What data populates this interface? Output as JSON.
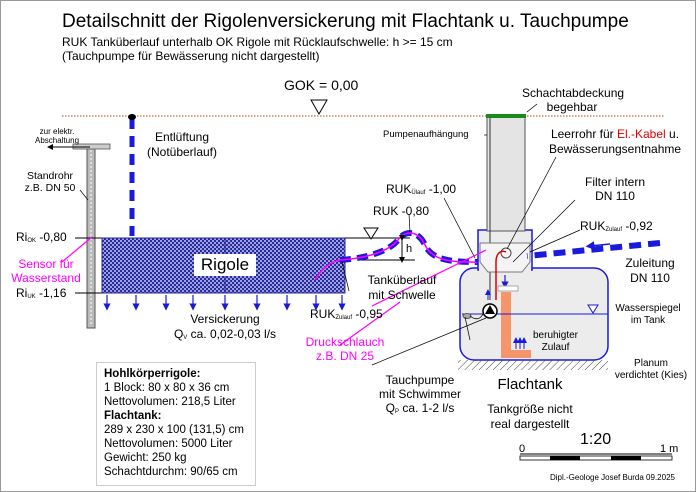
{
  "title": "Detailschnitt der Rigolenversickerung mit Flachtank u. Tauchpumpe",
  "subtitle_line1": "RUK Tanküberlauf unterhalb OK Rigole mit Rücklaufschwelle: h >= 15 cm",
  "subtitle_line2": "(Tauchpumpe für Bewässerung nicht dargestellt)",
  "gok": "GOK = 0,00",
  "labels": {
    "entlueftung": "Entlüftung",
    "notueberlauf": "(Notüberlauf)",
    "elektr_1": "zur elektr.",
    "elektr_2": "Abschaltung",
    "standrohr_1": "Standrohr",
    "standrohr_2": "z.B. DN 50",
    "ri_ok_prefix": "Ri",
    "ri_ok_sub": "OK",
    "ri_ok_val": "-0,80",
    "ri_uk_prefix": "Ri",
    "ri_uk_sub": "UK",
    "ri_uk_val": "-1,16",
    "sensor_1": "Sensor für",
    "sensor_2": "Wasserstand",
    "rigole": "Rigole",
    "versickerung": "Versickerung",
    "qv_prefix": "Q",
    "qv_sub": "V",
    "qv_val": "ca. 0,02-0,03 l/s",
    "ruk_zulauf_prefix": "RUK",
    "ruk_zulauf_sub": "Zulauf",
    "ruk_zulauf_val": "-0,95",
    "ruk_080": "RUK -0,80",
    "h": "h",
    "tankueberlauf_1": "Tanküberlauf",
    "tankueberlauf_2": "mit Schwelle",
    "ruk_ulauf_prefix": "RUK",
    "ruk_ulauf_sub": "Ülauf",
    "ruk_ulauf_val": "-1,00",
    "druckschlauch_1": "Druckschlauch",
    "druckschlauch_2": "z.B. DN 25",
    "schachtabdeckung_1": "Schachtabdeckung",
    "schachtabdeckung_2": "begehbar",
    "pumpenaufhaengung": "Pumpenaufhängung",
    "leerrohr_a": "Leerrohr für ",
    "leerrohr_b": "El.-Kabel",
    "leerrohr_c": " u.",
    "leerrohr_2": "Bewässerungsentnahme",
    "filter_1": "Filter intern",
    "filter_2": "DN 110",
    "ruk_zulauf2_prefix": "RUK",
    "ruk_zulauf2_sub": "Zulauf",
    "ruk_zulauf2_val": "-0,92",
    "zuleitung_1": "Zuleitung",
    "zuleitung_2": "DN 110",
    "wasserspiegel_1": "Wasserspiegel",
    "wasserspiegel_2": "im Tank",
    "beruhigter_1": "beruhigter",
    "beruhigter_2": "Zulauf",
    "planum_1": "Planum",
    "planum_2": "verdichtet (Kies)",
    "tauchpumpe_1": "Tauchpumpe",
    "tauchpumpe_2": "mit Schwimmer",
    "qp_prefix": "Q",
    "qp_sub": "P",
    "qp_val": "ca. 1-2 l/s",
    "flachtank": "Flachtank",
    "tankgroesse_1": "Tankgröße nicht",
    "tankgroesse_2": "real dargestellt",
    "scale": "1:20",
    "scale_0": "0",
    "scale_1": "1 m",
    "author": "Dipl.-Geologe Josef Burda 09.2025"
  },
  "infobox": {
    "h1": "Hohlkörperrigole:",
    "l1": "1 Block: 80 x 80 x 36 cm",
    "l2": "Nettovolumen: 218,5 Liter",
    "h2": "Flachtank:",
    "l3": "289 x 230 x 100 (131,5) cm",
    "l4": "Nettovolumen: 5000 Liter",
    "l5": "Gewicht: 250 kg",
    "l6": "Schachtdurchm: 90/65 cm"
  },
  "colors": {
    "pipe_blue": "#1a1adc",
    "hose_magenta": "#ff00ff",
    "cable_red": "#e00000",
    "ground_brown": "#c8865a",
    "cover_green": "#1a8a1a",
    "inflow_orange": "#f4956a",
    "tank_fill": "#ececec",
    "rigole_fill": "#3a3aa8"
  }
}
